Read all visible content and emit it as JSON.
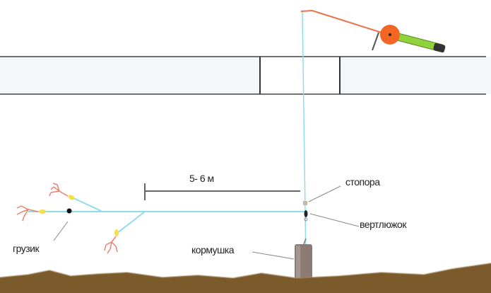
{
  "distance_label": "5-  6 м",
  "labels": {
    "stopper": "стопора",
    "swivel": "вертлюжок",
    "sinker": "грузик",
    "feeder": "кормушка"
  },
  "colors": {
    "line": "#8fdcea",
    "rod": "#e8724a",
    "reel": "#f26522",
    "handle": "#8fd23c",
    "ground": "#7b5a2c",
    "ice": "#f3f7fa",
    "bead": "#f4e04a",
    "bait": "#e8826e",
    "feeder": "#8c7b72"
  }
}
